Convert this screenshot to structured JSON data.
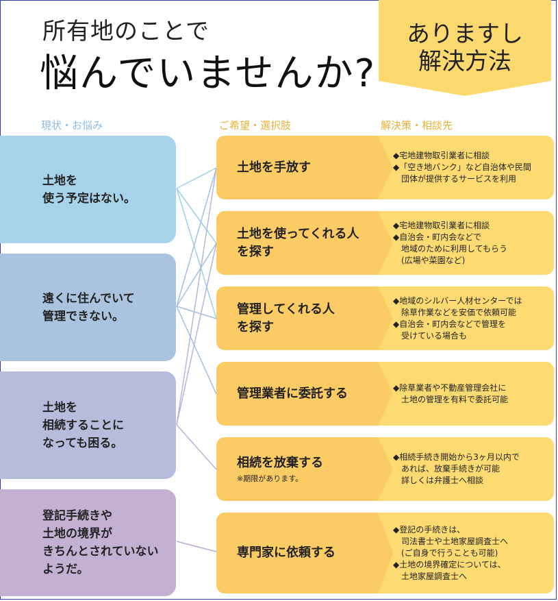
{
  "title_line1": "所有地のことで",
  "title_line2": "悩んでいませんか?",
  "banner": "ありますし\n解決方法",
  "col_headers": {
    "current": "現状・お悩み",
    "wish": "ご希望・選択肢",
    "solution": "解決策・相談先"
  },
  "statuses": [
    {
      "text": "土地を\n使う予定はない。",
      "color": "#a7d3ea"
    },
    {
      "text": "遠くに住んでいて\n管理できない。",
      "color": "#aac4e0"
    },
    {
      "text": "土地を\n相続することに\nなっても困る。",
      "color": "#b8bcdc"
    },
    {
      "text": "登記手続きや\n土地の境界が\nきちんとされていない\nようだ。",
      "color": "#c3b0d2"
    }
  ],
  "options": [
    {
      "label": "土地を手放す",
      "note": "",
      "solution": "◆宅地建物取引業者に相談\n◆「空き地バンク」など自治体や民間\n　団体が提供するサービスを利用"
    },
    {
      "label": "土地を使ってくれる人\nを探す",
      "note": "",
      "solution": "◆宅地建物取引業者に相談\n◆自治会・町内会などで\n　地域のために利用してもらう\n　(広場や菜園など)"
    },
    {
      "label": "管理してくれる人\nを探す",
      "note": "",
      "solution": "◆地域のシルバー人材センターでは\n　除草作業などを安価で依頼可能\n◆自治会・町内会などで管理を\n　受けている場合も"
    },
    {
      "label": "管理業者に委託する",
      "note": "",
      "solution": "◆除草業者や不動産管理会社に\n　土地の管理を有料で委託可能"
    },
    {
      "label": "相続を放棄する",
      "note": "※期限があります。",
      "solution": "◆相続手続き開始から3ヶ月以内で\n　あれば、放棄手続きが可能\n　詳しくは弁護士へ相談"
    },
    {
      "label": "専門家に依頼する",
      "note": "",
      "solution": "◆登記の手続きは、\n　司法書士や土地家屋調査士へ\n　(ご自身で行うことも可能)\n◆土地の境界確定については、\n　土地家屋調査士へ"
    }
  ],
  "colors": {
    "banner": "#fcd96e",
    "option_left": "#fbcc65",
    "option_right": "#fddb72",
    "frame": "#2b3fb0"
  }
}
